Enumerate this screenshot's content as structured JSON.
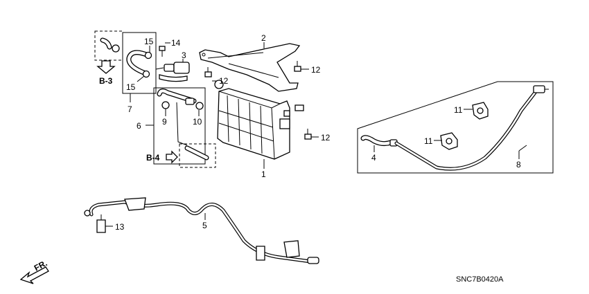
{
  "callouts": {
    "c1": "1",
    "c2": "2",
    "c3": "3",
    "c4": "4",
    "c5": "5",
    "c6": "6",
    "c7": "7",
    "c8": "8",
    "c9": "9",
    "c10": "10",
    "c11a": "11",
    "c11b": "11",
    "c12a": "12",
    "c12b": "12",
    "c12c": "12",
    "c13": "13",
    "c14": "14",
    "c15a": "15",
    "c15b": "15"
  },
  "references": {
    "b3": "B-3",
    "b4": "B-4",
    "front": "FR."
  },
  "diagram_code": "SNC7B0420A"
}
